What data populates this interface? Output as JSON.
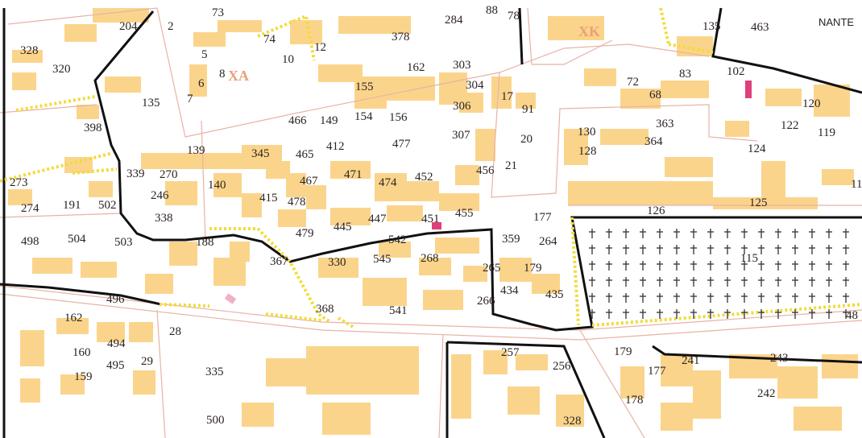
{
  "section_codes": [
    "XA",
    "XK"
  ],
  "street_fragment": "NANTE",
  "parcel_numbers": [
    "204",
    "2",
    "73",
    "74",
    "12",
    "378",
    "284",
    "88",
    "78",
    "135",
    "463",
    "328",
    "320",
    "5",
    "8",
    "10",
    "162",
    "303",
    "6",
    "7",
    "155",
    "304",
    "72",
    "83",
    "102",
    "68",
    "135",
    "17",
    "91",
    "306",
    "120",
    "398",
    "466",
    "149",
    "154",
    "156",
    "307",
    "20",
    "130",
    "363",
    "122",
    "119",
    "128",
    "364",
    "124",
    "139",
    "345",
    "465",
    "412",
    "477",
    "21",
    "456",
    "273",
    "339",
    "270",
    "140",
    "467",
    "471",
    "474",
    "452",
    "11",
    "274",
    "191",
    "502",
    "246",
    "415",
    "478",
    "125",
    "338",
    "451",
    "455",
    "177",
    "126",
    "498",
    "504",
    "503",
    "188",
    "479",
    "445",
    "447",
    "542",
    "359",
    "264",
    "367",
    "330",
    "545",
    "268",
    "265",
    "179",
    "115",
    "434",
    "435",
    "162",
    "496",
    "266",
    "368",
    "541",
    "48",
    "28",
    "494",
    "160",
    "495",
    "29",
    "257",
    "256",
    "179",
    "177",
    "241",
    "243",
    "159",
    "335",
    "242",
    "178",
    "500",
    "328"
  ],
  "colors": {
    "building": "#fbd48c",
    "parcel_line": "#e8b2a6",
    "section_boundary": "#111111",
    "footpath": "#f0dc3c",
    "cemetery_cross": "#333333",
    "highlight": "#e0407a"
  },
  "icons": [
    "cemetery-cross-icon"
  ]
}
